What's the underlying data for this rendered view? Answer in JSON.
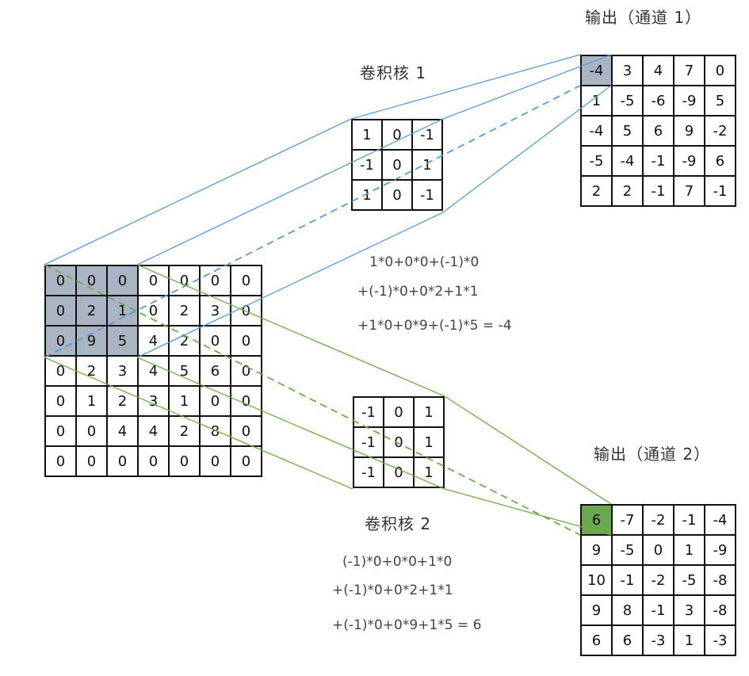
{
  "colors": {
    "blue_line": "#5b9bd5",
    "green_line": "#70ad47",
    "gray_highlight": "#aab4c3",
    "green_highlight": "#6aa84f"
  },
  "input": {
    "rows": [
      [
        "0",
        "0",
        "0",
        "0",
        "0",
        "0",
        "0"
      ],
      [
        "0",
        "2",
        "1",
        "0",
        "2",
        "3",
        "0"
      ],
      [
        "0",
        "9",
        "5",
        "4",
        "2",
        "0",
        "0"
      ],
      [
        "0",
        "2",
        "3",
        "4",
        "5",
        "6",
        "0"
      ],
      [
        "0",
        "1",
        "2",
        "3",
        "1",
        "0",
        "0"
      ],
      [
        "0",
        "0",
        "4",
        "4",
        "2",
        "8",
        "0"
      ],
      [
        "0",
        "0",
        "0",
        "0",
        "0",
        "0",
        "0"
      ]
    ],
    "highlight": [
      [
        0,
        0
      ],
      [
        0,
        1
      ],
      [
        0,
        2
      ],
      [
        1,
        0
      ],
      [
        1,
        1
      ],
      [
        1,
        2
      ],
      [
        2,
        0
      ],
      [
        2,
        1
      ],
      [
        2,
        2
      ]
    ]
  },
  "kernel1": {
    "label": "卷积核 1",
    "rows": [
      [
        "1",
        "0",
        "-1"
      ],
      [
        "-1",
        "0",
        "1"
      ],
      [
        "1",
        "0",
        "-1"
      ]
    ]
  },
  "kernel2": {
    "label": "卷积核 2",
    "rows": [
      [
        "-1",
        "0",
        "1"
      ],
      [
        "-1",
        "0",
        "1"
      ],
      [
        "-1",
        "0",
        "1"
      ]
    ]
  },
  "output1": {
    "label": "输出（通道 1）",
    "rows": [
      [
        "-4",
        "3",
        "4",
        "7",
        "0"
      ],
      [
        "1",
        "-5",
        "-6",
        "-9",
        "5"
      ],
      [
        "-4",
        "5",
        "6",
        "9",
        "-2"
      ],
      [
        "-5",
        "-4",
        "-1",
        "-9",
        "6"
      ],
      [
        "2",
        "2",
        "-1",
        "7",
        "-1"
      ]
    ]
  },
  "output2": {
    "label": "输出（通道 2）",
    "rows": [
      [
        "6",
        "-7",
        "-2",
        "-1",
        "-4"
      ],
      [
        "9",
        "-5",
        "0",
        "1",
        "-9"
      ],
      [
        "10",
        "-1",
        "-2",
        "-5",
        "-8"
      ],
      [
        "9",
        "8",
        "-1",
        "3",
        "-8"
      ],
      [
        "6",
        "6",
        "-3",
        "1",
        "-3"
      ]
    ]
  },
  "formula1": {
    "line1": "1*0+0*0+(-1)*0",
    "line2": "+(-1)*0+0*2+1*1",
    "line3": "+1*0+0*9+(-1)*5 = -4"
  },
  "formula2": {
    "line1": "(-1)*0+0*0+1*0",
    "line2": "+(-1)*0+0*2+1*1",
    "line3": "+(-1)*0+0*9+1*5 = 6"
  }
}
